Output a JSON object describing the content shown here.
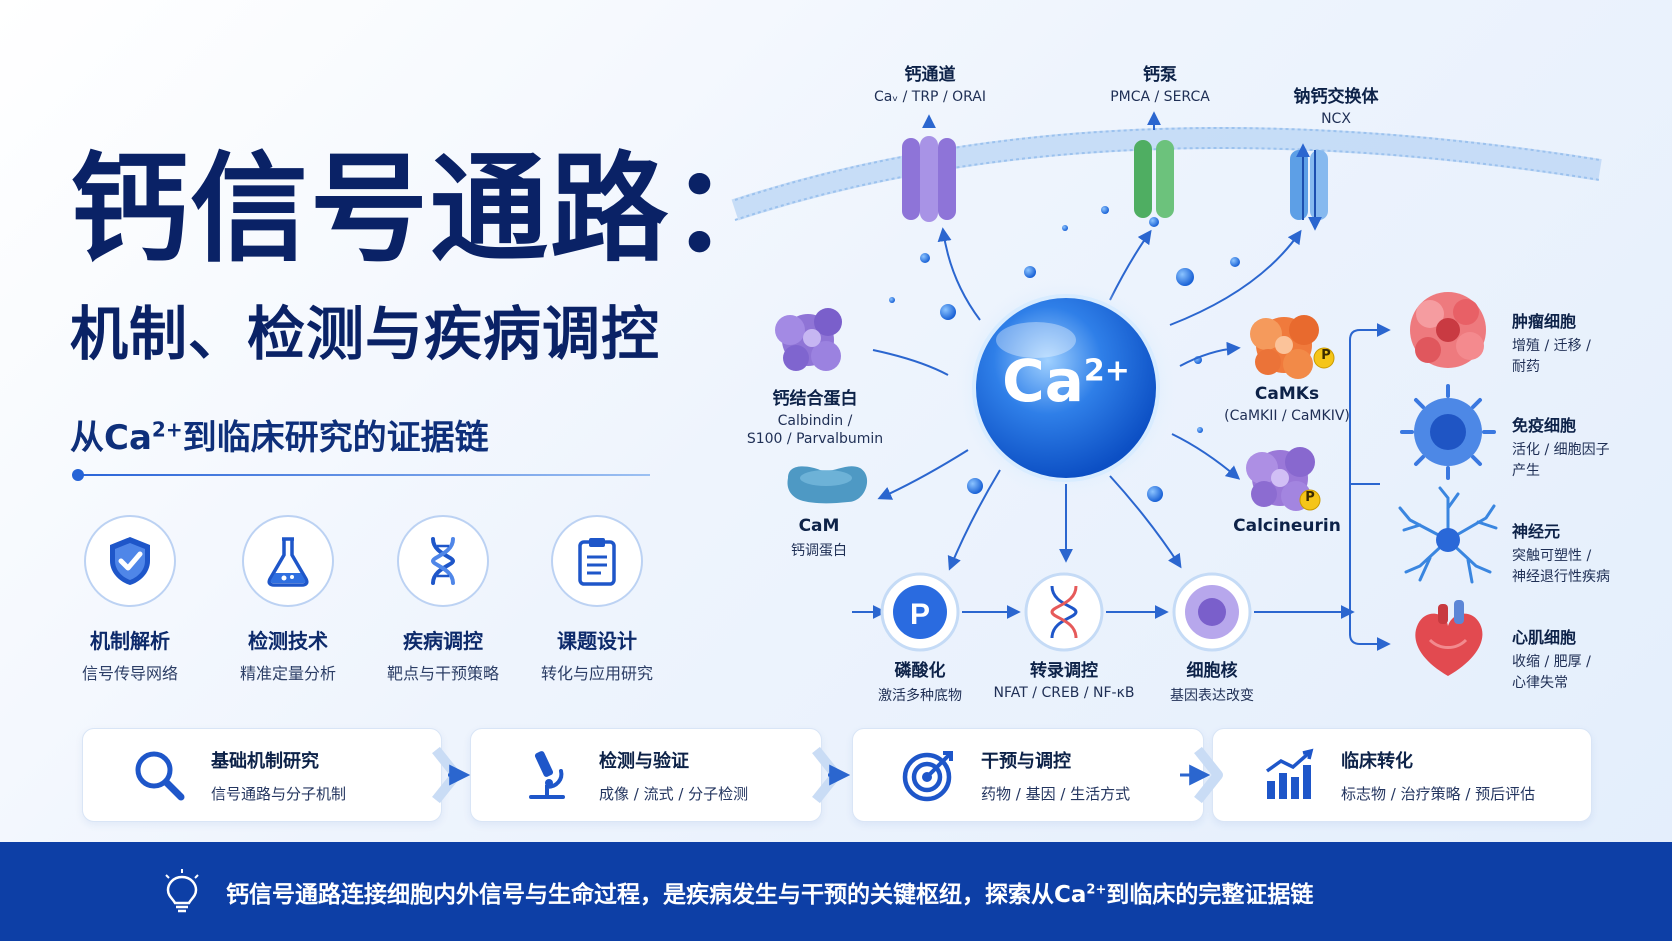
{
  "title": {
    "main": "钙信号通路：",
    "sub": "机制、检测与疾病调控",
    "tagline_prefix": "从Ca",
    "tagline_sup": "2+",
    "tagline_suffix": "到临床研究的证据链"
  },
  "features": [
    {
      "title": "机制解析",
      "desc": "信号传导网络",
      "icon": "shield-check-icon"
    },
    {
      "title": "检测技术",
      "desc": "精准定量分析",
      "icon": "flask-icon"
    },
    {
      "title": "疾病调控",
      "desc": "靶点与干预策略",
      "icon": "dna-icon"
    },
    {
      "title": "课题设计",
      "desc": "转化与应用研究",
      "icon": "clipboard-icon"
    }
  ],
  "diagram": {
    "center": {
      "label": "Ca",
      "sup": "2+"
    },
    "membrane_proteins": [
      {
        "title": "钙通道",
        "desc": "Caᵥ / TRP / ORAI"
      },
      {
        "title": "钙泵",
        "desc": "PMCA / SERCA"
      },
      {
        "title": "钠钙交换体",
        "desc": "NCX"
      }
    ],
    "binding_protein": {
      "title": "钙结合蛋白",
      "desc1": "Calbindin /",
      "desc2": "S100 / Parvalbumin"
    },
    "cam": {
      "title": "CaM",
      "desc": "钙调蛋白"
    },
    "camks": {
      "title": "CaMKs",
      "desc": "(CaMKII / CaMKIV)",
      "badge": "P"
    },
    "calcineurin": {
      "title": "Calcineurin",
      "badge": "P"
    },
    "bottom_chain": [
      {
        "title": "磷酸化",
        "desc": "激活多种底物",
        "badge": "P"
      },
      {
        "title": "转录调控",
        "desc": "NFAT / CREB / NF-κB"
      },
      {
        "title": "细胞核",
        "desc": "基因表达改变"
      }
    ],
    "cells": [
      {
        "title": "肿瘤细胞",
        "desc1": "增殖 / 迁移 /",
        "desc2": "耐药",
        "color": "#e8585e"
      },
      {
        "title": "免疫细胞",
        "desc1": "活化 / 细胞因子",
        "desc2": "产生",
        "color": "#3a78e0"
      },
      {
        "title": "神经元",
        "desc1": "突触可塑性 /",
        "desc2": "神经退行性疾病",
        "color": "#2a76d6"
      },
      {
        "title": "心肌细胞",
        "desc1": "收缩 / 肥厚 /",
        "desc2": "心律失常",
        "color": "#e0434a"
      }
    ]
  },
  "steps": [
    {
      "title": "基础机制研究",
      "desc": "信号通路与分子机制",
      "icon": "magnifier-icon"
    },
    {
      "title": "检测与验证",
      "desc": "成像 / 流式 / 分子检测",
      "icon": "microscope-icon"
    },
    {
      "title": "干预与调控",
      "desc": "药物 / 基因 / 生活方式",
      "icon": "target-icon"
    },
    {
      "title": "临床转化",
      "desc": "标志物 / 治疗策略 / 预后评估",
      "icon": "bar-chart-icon"
    }
  ],
  "footer": {
    "prefix": "钙信号通路连接细胞内外信号与生命过程，是疾病发生与干预的关键枢纽，探索从Ca",
    "sup": "2+",
    "suffix": "到临床的完整证据链",
    "icon": "lightbulb-icon"
  },
  "colors": {
    "primary": "#0d3fa6",
    "title": "#0a2266",
    "accent": "#2563d6",
    "badge": "#f5c518"
  }
}
